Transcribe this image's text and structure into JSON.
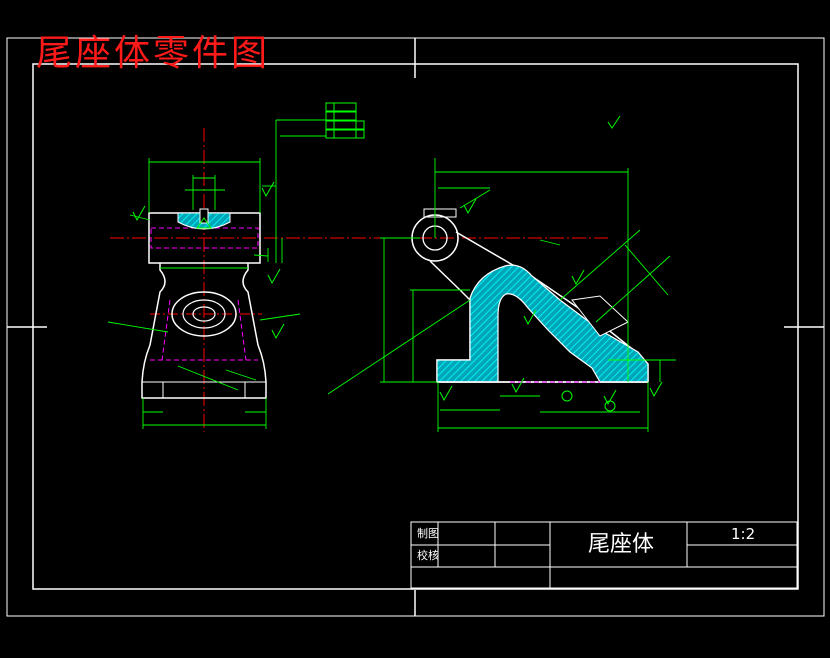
{
  "drawing": {
    "title": "尾座体零件图",
    "colors": {
      "background": "#000000",
      "frame": "#ffffff",
      "dimension": "#00ff00",
      "center_line": "#ff0000",
      "hatch": "#00e5ff",
      "hidden_line": "#ff00ff",
      "title_text": "#ff1a1a"
    }
  },
  "title_block": {
    "drawn_by_label": "制图",
    "checked_by_label": "校核",
    "part_name": "尾座体",
    "scale": "1:2"
  }
}
